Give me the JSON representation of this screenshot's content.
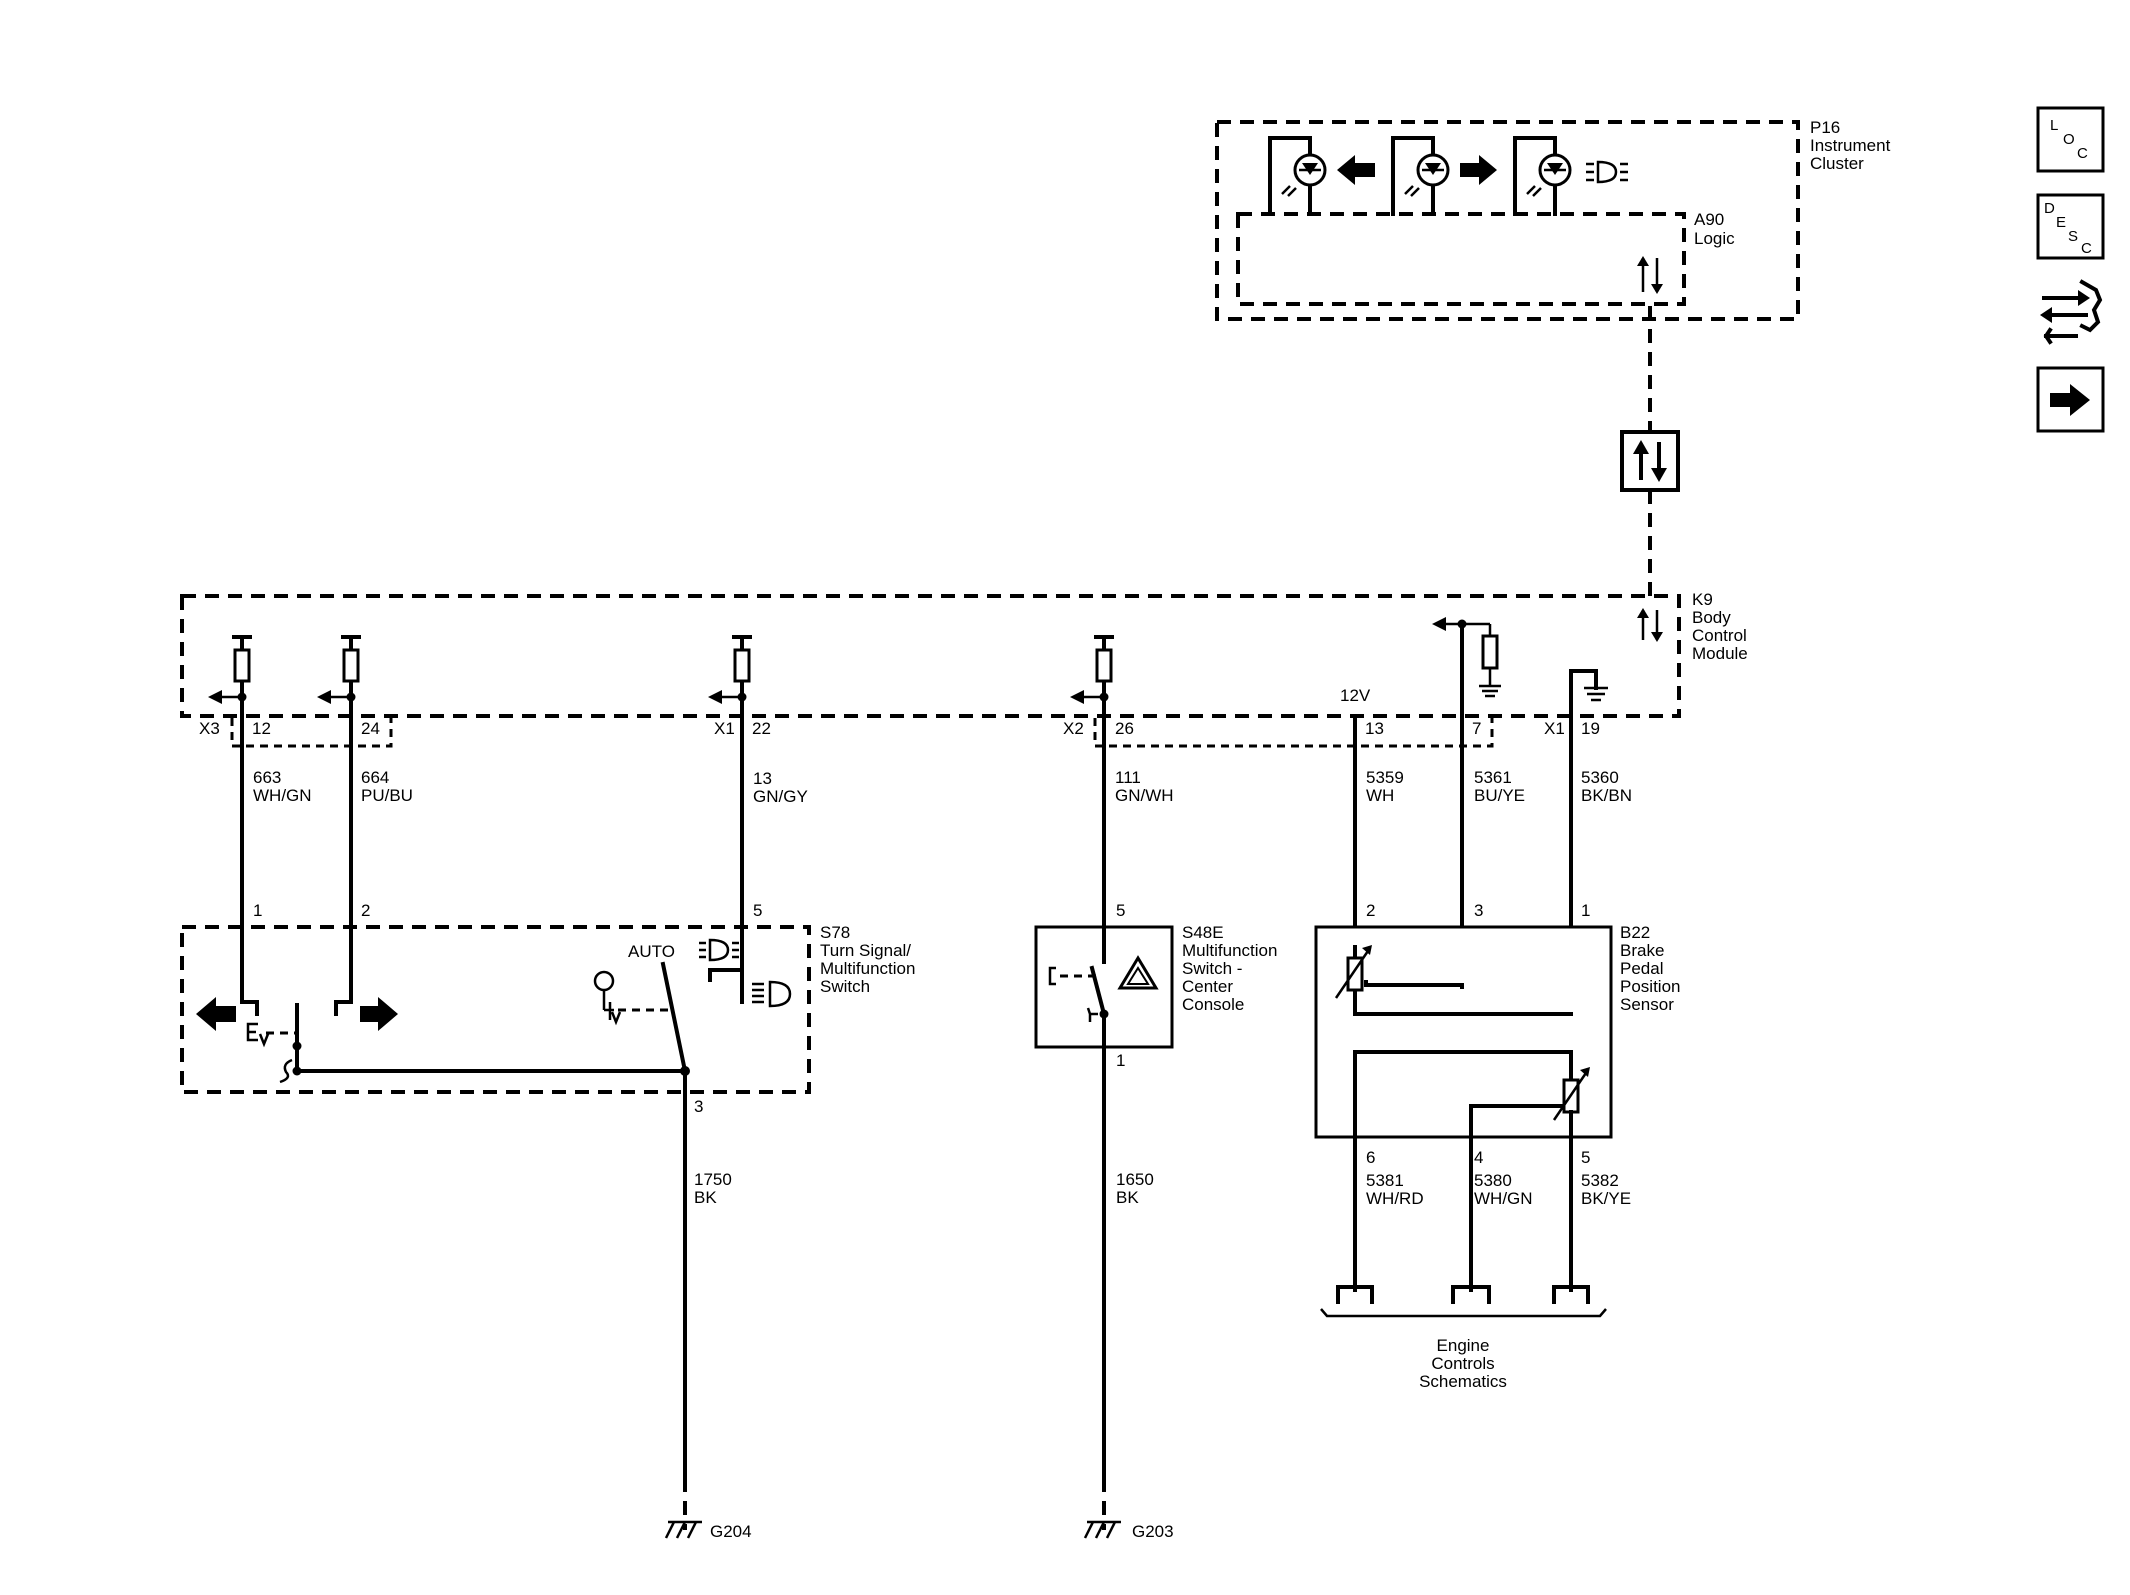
{
  "modules": {
    "p16": {
      "id": "P16",
      "line1": "Instrument",
      "line2": "Cluster"
    },
    "a90": {
      "id": "A90",
      "line1": "Logic"
    },
    "k9": {
      "id": "K9",
      "line1": "Body",
      "line2": "Control",
      "line3": "Module"
    },
    "s78": {
      "id": "S78",
      "line1": "Turn Signal/",
      "line2": "Multifunction",
      "line3": "Switch",
      "auto_label": "AUTO"
    },
    "s48e": {
      "id": "S48E",
      "line1": "Multifunction",
      "line2": "Switch -",
      "line3": "Center",
      "line4": "Console"
    },
    "b22": {
      "id": "B22",
      "line1": "Brake",
      "line2": "Pedal",
      "line3": "Position",
      "line4": "Sensor"
    }
  },
  "connectors": {
    "x3": "X3",
    "x1a": "X1",
    "x2": "X2",
    "x1b": "X1"
  },
  "pins": {
    "k9_12": "12",
    "k9_24": "24",
    "k9_22": "22",
    "k9_26": "26",
    "k9_13": "13",
    "k9_7": "7",
    "k9_19": "19",
    "s78_1": "1",
    "s78_2": "2",
    "s78_5": "5",
    "s78_3": "3",
    "s48e_5": "5",
    "s48e_1": "1",
    "b22_2": "2",
    "b22_3": "3",
    "b22_1": "1",
    "b22_6": "6",
    "b22_4": "4",
    "b22_5": "5"
  },
  "voltage_label": "12V",
  "wires": {
    "w663": {
      "circuit": "663",
      "color": "WH/GN"
    },
    "w664": {
      "circuit": "664",
      "color": "PU/BU"
    },
    "w13": {
      "circuit": "13",
      "color": "GN/GY"
    },
    "w111": {
      "circuit": "111",
      "color": "GN/WH"
    },
    "w5359": {
      "circuit": "5359",
      "color": "WH"
    },
    "w5361": {
      "circuit": "5361",
      "color": "BU/YE"
    },
    "w5360": {
      "circuit": "5360",
      "color": "BK/BN"
    },
    "w1750": {
      "circuit": "1750",
      "color": "BK"
    },
    "w1650": {
      "circuit": "1650",
      "color": "BK"
    },
    "w5381": {
      "circuit": "5381",
      "color": "WH/RD"
    },
    "w5380": {
      "circuit": "5380",
      "color": "WH/GN"
    },
    "w5382": {
      "circuit": "5382",
      "color": "BK/YE"
    }
  },
  "grounds": {
    "g204": "G204",
    "g203": "G203"
  },
  "engine_controls": {
    "line1": "Engine",
    "line2": "Controls",
    "line3": "Schematics"
  },
  "nav": {
    "loc": {
      "l1": "L",
      "l2": "O",
      "l3": "C"
    },
    "desc": {
      "l1": "D",
      "l2": "E",
      "l3": "S",
      "l4": "C"
    },
    "connector_icon": "connector-end-view-icon",
    "next_icon": "arrow-right-icon"
  }
}
